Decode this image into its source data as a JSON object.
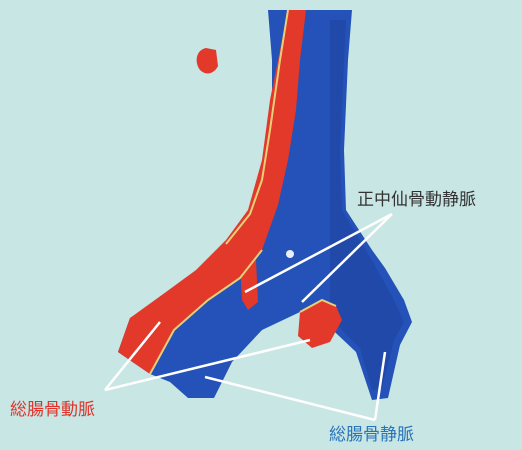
{
  "colors": {
    "background": "#c8e6e4",
    "artery": "#e2392a",
    "vein": "#2452b8",
    "label_artery": "#e03229",
    "label_vein": "#2a73b8",
    "label_median": "#333333"
  },
  "labels": {
    "median_sacral_vessels": "正中仙骨動静脈",
    "common_iliac_artery": "総腸骨動脈",
    "common_iliac_vein": "総腸骨静脈"
  }
}
